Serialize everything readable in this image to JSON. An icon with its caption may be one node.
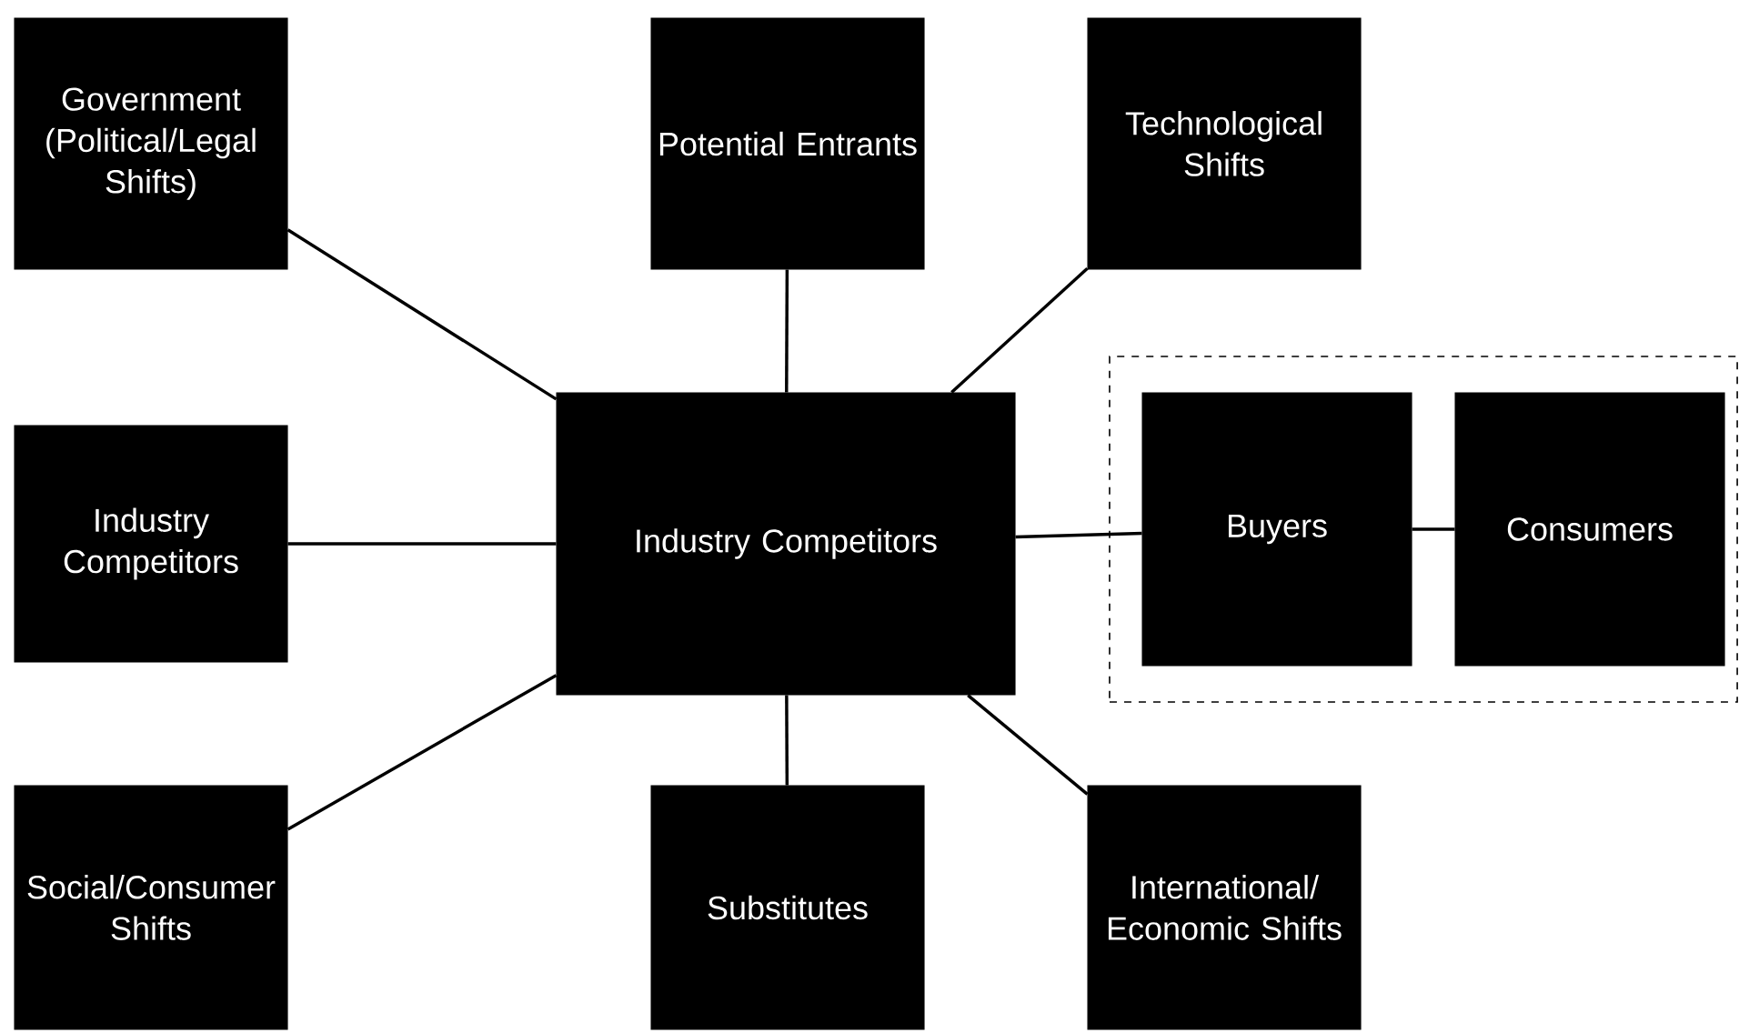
{
  "diagram": {
    "nodes": [
      {
        "text": [
          "Government (Political/Legal Shifts)"
        ]
      },
      {
        "text": [
          "Potential Entrants"
        ]
      },
      {
        "text": [
          "Technological Shifts"
        ]
      },
      {
        "text": [
          "Industry Competitors"
        ]
      },
      {
        "text": [
          "Industry Competitors"
        ]
      },
      {
        "text": [],
        "shape": "box"
      },
      {
        "text": [
          "Buyers"
        ],
        "in": 5
      },
      {
        "text": [
          "Consumers"
        ],
        "in": 5
      },
      {
        "text": [
          "Social/Consumer Shifts"
        ]
      },
      {
        "text": [
          "Substitutes"
        ]
      },
      {
        "text": [
          "International/ Economic Shifts"
        ]
      }
    ],
    "edges": [
      {
        "from": 4,
        "to": 0,
        "arrow": "none"
      },
      {
        "from": 4,
        "to": 1,
        "arrow": "none"
      },
      {
        "from": 4,
        "to": 2,
        "arrow": "none"
      },
      {
        "from": 4,
        "to": 3,
        "arrow": "none"
      },
      {
        "from": 4,
        "to": 6,
        "arrow": "none"
      },
      {
        "from": 6,
        "to": 7,
        "arrow": "none"
      },
      {
        "from": 4,
        "to": 8,
        "arrow": "none"
      },
      {
        "from": 4,
        "to": 9,
        "arrow": "none"
      },
      {
        "from": 4,
        "to": 10,
        "arrow": "none"
      }
    ]
  }
}
